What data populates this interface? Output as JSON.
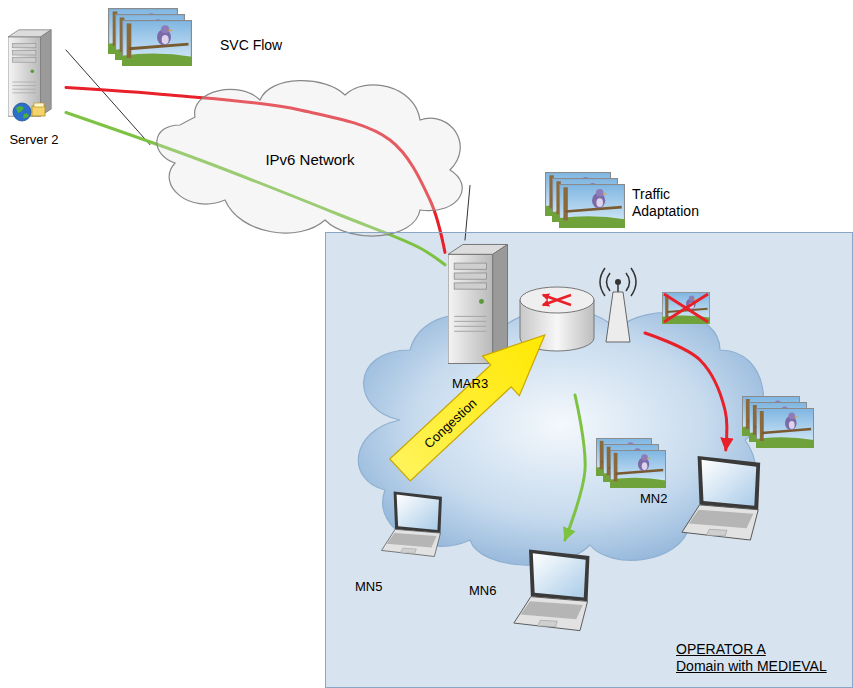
{
  "diagram": {
    "nodes": [
      {
        "text": [
          "Server 2"
        ]
      },
      {
        "text": [
          "IPv6 Network"
        ]
      },
      {
        "text": [
          "OPERATOR A",
          "Domain with MEDIEVAL"
        ]
      },
      {
        "text": [
          "MAR3"
        ],
        "in": 2
      },
      {
        "text": [
          "MN5"
        ],
        "in": 2
      },
      {
        "text": [
          "MN6"
        ],
        "in": 2
      },
      {
        "text": [
          "MN2"
        ],
        "in": 2
      }
    ],
    "edges": [
      {
        "from": 0,
        "to": 1,
        "arrow": "none"
      },
      {
        "from": 1,
        "to": 3,
        "arrow": "none"
      },
      {
        "from": 0,
        "to": 3,
        "arrow": "none"
      },
      {
        "from": 0,
        "to": 3,
        "arrow": "none"
      },
      {
        "from": 3,
        "to": 5,
        "arrow": "to"
      },
      {
        "from": 3,
        "to": 6,
        "arrow": "to"
      }
    ],
    "labels": [
      "SVC Flow",
      "Traffic Adaptation",
      "Congestion"
    ]
  }
}
